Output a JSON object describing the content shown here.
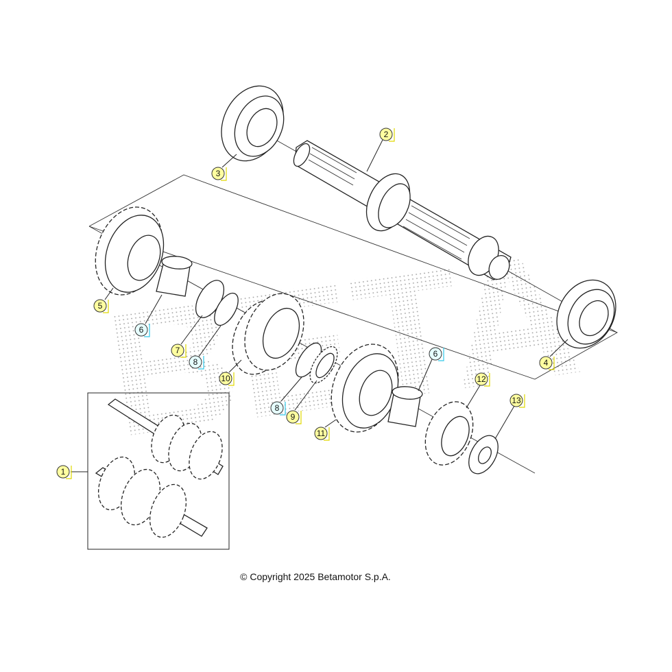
{
  "colors": {
    "callout_yellow": "#ffffa0",
    "callout_cyan": "#e6ffff",
    "bracket_yellow": "#e0d800",
    "bracket_cyan": "#30c8e8",
    "watermark": "#9a9a9a"
  },
  "watermark": "BETA",
  "callouts": [
    {
      "label": "1",
      "style": "yellow"
    },
    {
      "label": "2",
      "style": "yellow"
    },
    {
      "label": "3",
      "style": "yellow"
    },
    {
      "label": "4",
      "style": "yellow"
    },
    {
      "label": "5",
      "style": "yellow"
    },
    {
      "label": "6",
      "style": "cyan"
    },
    {
      "label": "7",
      "style": "yellow"
    },
    {
      "label": "8",
      "style": "cyan"
    },
    {
      "label": "10",
      "style": "yellow"
    },
    {
      "label": "8",
      "style": "cyan"
    },
    {
      "label": "9",
      "style": "yellow"
    },
    {
      "label": "11",
      "style": "yellow"
    },
    {
      "label": "6",
      "style": "cyan"
    },
    {
      "label": "12",
      "style": "yellow"
    },
    {
      "label": "13",
      "style": "yellow"
    }
  ],
  "footer": {
    "copyright": "© Copyright 2025 Betamotor S.p.A."
  }
}
